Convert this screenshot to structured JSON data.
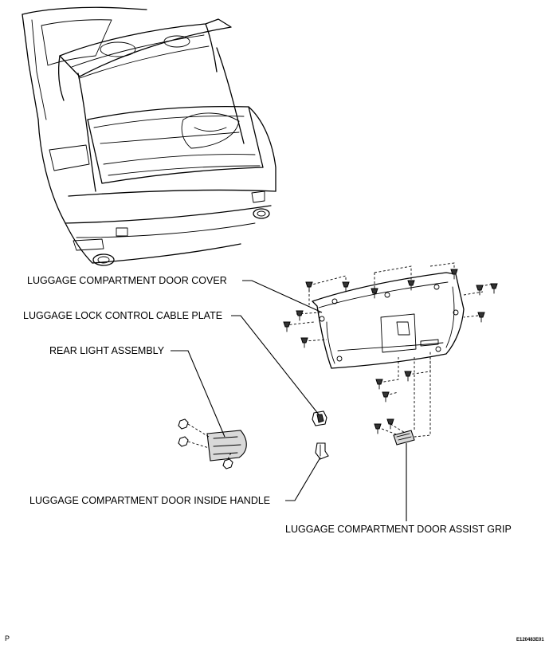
{
  "labels": {
    "door_cover": "LUGGAGE COMPARTMENT DOOR COVER",
    "cable_plate": "LUGGAGE LOCK CONTROL CABLE PLATE",
    "rear_light": "REAR LIGHT ASSEMBLY",
    "inside_handle": "LUGGAGE COMPARTMENT DOOR INSIDE HANDLE",
    "assist_grip": "LUGGAGE COMPARTMENT DOOR ASSIST GRIP"
  },
  "footer": {
    "page_letter": "P",
    "figure_code": "E120483E01"
  }
}
